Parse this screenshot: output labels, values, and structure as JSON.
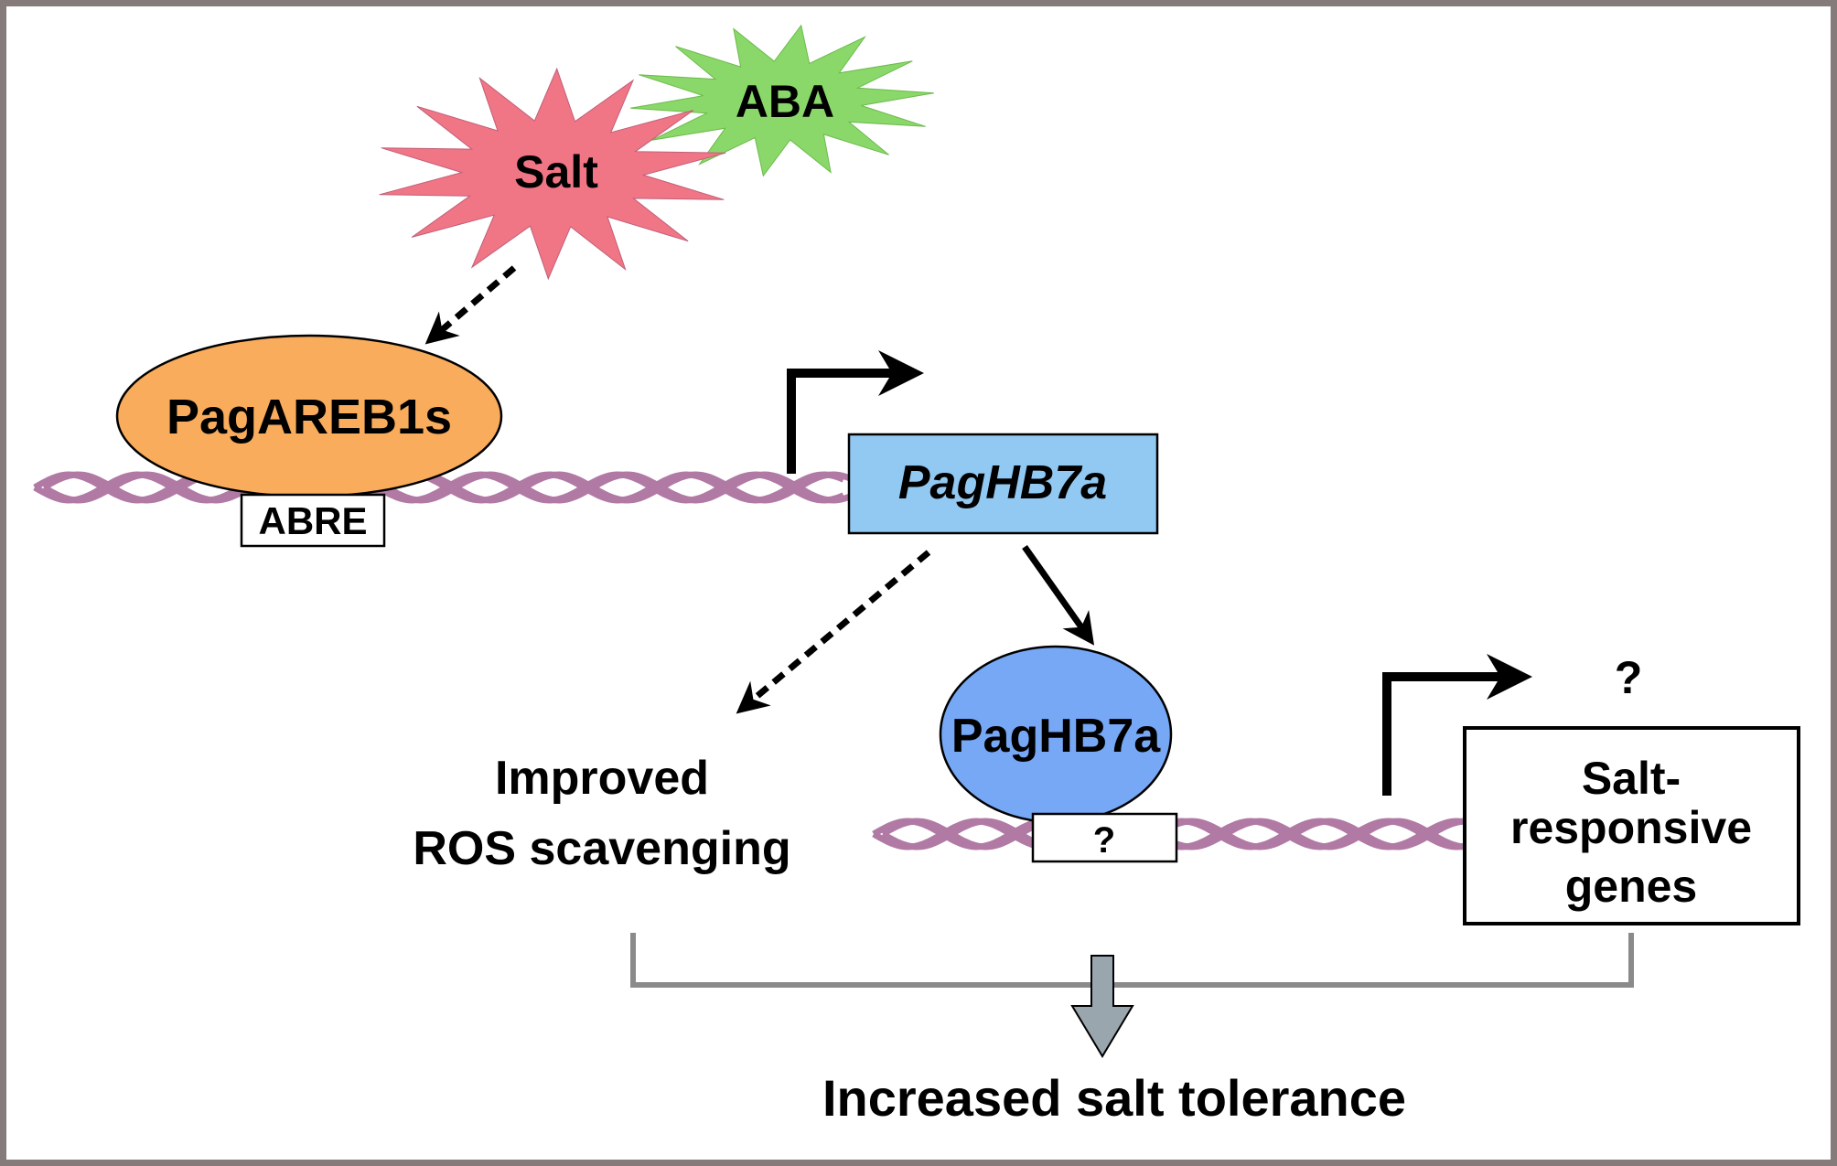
{
  "figure": {
    "signals": [
      {
        "label": "Salt",
        "color": "#f07585"
      },
      {
        "label": "ABA",
        "color": "#8bd86a"
      }
    ],
    "upstream_tf": {
      "label": "PagAREB1s",
      "color": "#f8ac5c"
    },
    "upstream_element": {
      "label": "ABRE"
    },
    "target_gene": {
      "label": "PagHB7a",
      "color": "#92c9f2"
    },
    "target_protein": {
      "label": "PagHB7a",
      "color": "#76a8f6"
    },
    "unknown_element": {
      "label": "?"
    },
    "unknown_target": {
      "label": "?"
    },
    "downstream_genes": {
      "lines": [
        "Salt-",
        "responsive",
        "genes"
      ]
    },
    "ros_outcome": {
      "lines": [
        "Improved",
        "ROS scavenging"
      ]
    },
    "final_outcome": {
      "label": "Increased salt tolerance"
    },
    "colors": {
      "dna": "#b07aa5",
      "dna_outline": "#8a5a80",
      "bracket": "#8a8a8a",
      "final_arrow": "#9aa6ae",
      "frame": "#857b7b"
    }
  }
}
